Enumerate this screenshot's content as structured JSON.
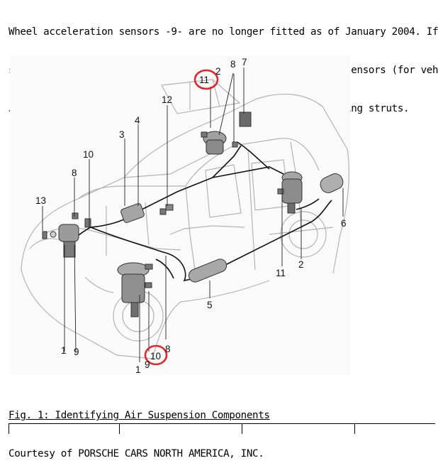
{
  "intro": {
    "line1": "Wheel acceleration sensors -9- are no longer fitted as of January 2004. If",
    "line2": "spring struts have to be replaced, the wheel acceleration sensors (for veh",
    "line3": "January 2004) will need to be installed on the new air-spring struts."
  },
  "figure": {
    "callouts": {
      "n1_bottom": "1",
      "n1_lower": "1",
      "n2_top": "2",
      "n2_right": "2",
      "n3": "3",
      "n4": "4",
      "n5": "5",
      "n6": "6",
      "n7": "7",
      "n8_top": "8",
      "n8_left": "8",
      "n8_bottom": "8",
      "n9_left": "9",
      "n9_bottom": "9",
      "n10_left": "10",
      "n10_circled": "10",
      "n11_circled": "11",
      "n11_right": "11",
      "n12": "12",
      "n13": "13"
    },
    "highlight_color": "#e0262b"
  },
  "caption": {
    "title": "Fig. 1: Identifying Air Suspension Components",
    "credit": "Courtesy of PORSCHE CARS NORTH AMERICA, INC."
  }
}
